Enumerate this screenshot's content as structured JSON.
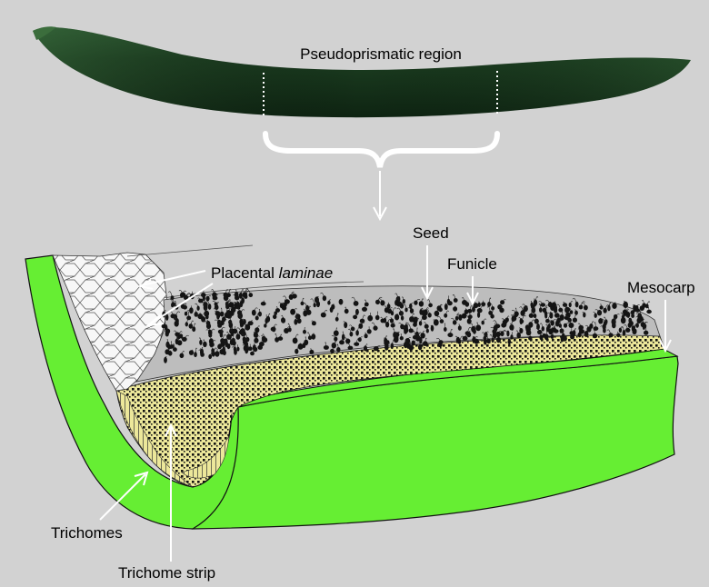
{
  "labels": {
    "region": "Pseudoprismatic region",
    "seed": "Seed",
    "funicle": "Funicle",
    "placental_prefix": "Placental ",
    "placental_italic": "laminae",
    "mesocarp": "Mesocarp",
    "trichomes": "Trichomes",
    "trichome_strip": "Trichome strip"
  },
  "colors": {
    "background": "#d2d2d2",
    "pod_dark": "#15341a",
    "mesocarp_green": "#66ee33",
    "trichome_yellow": "#ece79a",
    "placental_white": "#f7f7f7",
    "seed_black": "#141414",
    "arrow_white": "#ffffff"
  }
}
